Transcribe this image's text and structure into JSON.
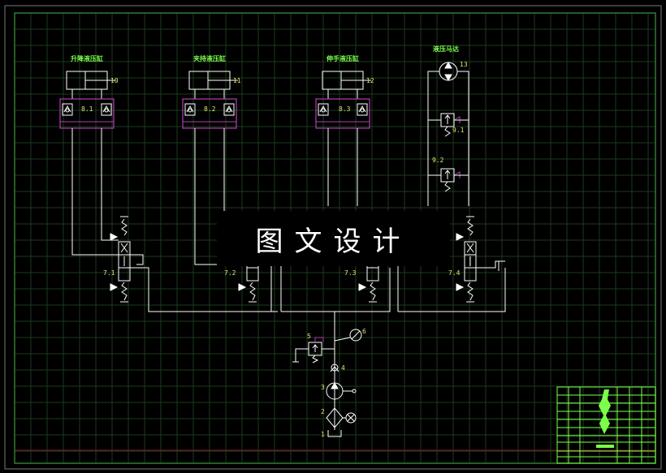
{
  "cylinders": [
    {
      "title": "升降液压缸",
      "num": "10",
      "lock": "8.1",
      "valve": "7.1"
    },
    {
      "title": "夹持液压缸",
      "num": "11",
      "lock": "8.2",
      "valve": "7.2"
    },
    {
      "title": "伸手液压缸",
      "num": "12",
      "lock": "8.3",
      "valve": "7.3"
    }
  ],
  "motor": {
    "title": "液压马达",
    "num": "13",
    "relief_a": "9.1",
    "relief_b": "9.2",
    "valve": "7.4"
  },
  "supply": {
    "filter": "1",
    "filter_tag": "2",
    "pump": "3",
    "check": "4",
    "relief": "5",
    "gauge": "6"
  },
  "watermark": "图文设计",
  "colors": {
    "bg": "#000000",
    "line": "#FFFFFF",
    "grid": "#1E3A1E",
    "label": "#7CFF4A",
    "number": "#D7E86A",
    "lock": "#B040B0",
    "frame": "#2E7D32"
  }
}
